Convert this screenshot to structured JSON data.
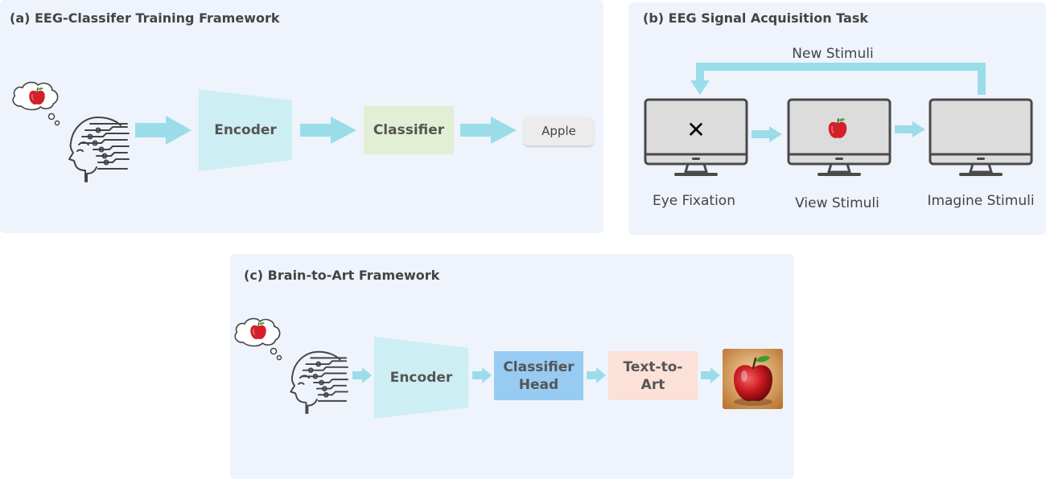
{
  "panel_a": {
    "title": "(a) EEG-Classifer Training Framework",
    "encoder": "Encoder",
    "classifier": "Classifier",
    "output": "Apple"
  },
  "panel_b": {
    "title": "(b) EEG Signal Acquisition Task",
    "loop_label": "New Stimuli",
    "stages": [
      "Eye Fixation",
      "View Stimuli",
      "Imagine Stimuli"
    ],
    "fixation_symbol": "✕"
  },
  "panel_c": {
    "title": "(c) Brain-to-Art Framework",
    "encoder": "Encoder",
    "classifier_head": "Classifier Head",
    "text_to_art": "Text-to-Art"
  },
  "colors": {
    "panel_bg": "#eef3fc",
    "arrow": "#9adde8",
    "encoder": "#cdeef2",
    "classifier": "#e3efd5",
    "classifier_head": "#97cbf2",
    "text_to_art": "#fbe1d8",
    "apple_red": "#d3202a"
  }
}
